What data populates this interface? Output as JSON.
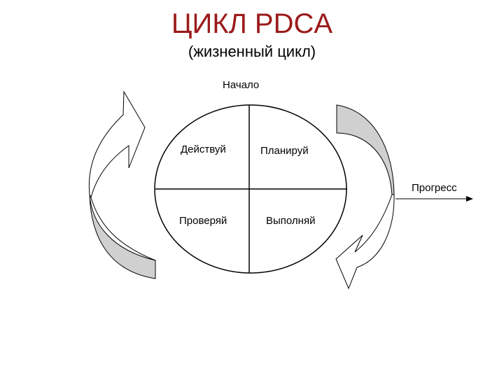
{
  "title": "ЦИКЛ PDCA",
  "subtitle": "(жизненный цикл)",
  "labels": {
    "start": "Начало",
    "act": "Действуй",
    "plan": "Планируй",
    "check": "Проверяй",
    "do": "Выполняй",
    "progress": "Прогресс"
  },
  "colors": {
    "title": "#9b1b1b",
    "arrow_fill": "#d0d0d0",
    "line": "#000000"
  }
}
